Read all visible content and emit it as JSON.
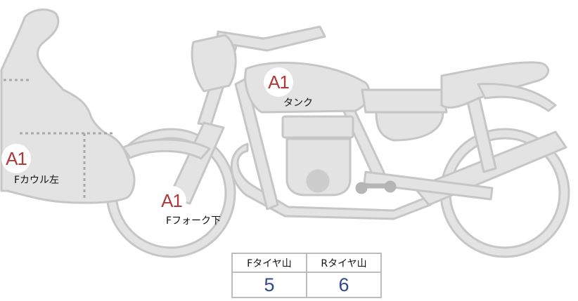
{
  "parts": [
    {
      "id": "tank",
      "grade": "A1",
      "label": "タンク"
    },
    {
      "id": "left-cowl",
      "grade": "A1",
      "label": "Fカウル左"
    },
    {
      "id": "front-fork",
      "grade": "A1",
      "label": "Fフォーク下"
    }
  ],
  "tire_tread": {
    "headers": [
      "Fタイヤ山",
      "Rタイヤ山"
    ],
    "values": [
      "5",
      "6"
    ]
  },
  "colors": {
    "body_fill": "#e3e3e3",
    "outline": "#c4c4c4",
    "grade_text": "#b03a3a",
    "value_text": "#2f4a8c",
    "dotted_line": "#a8a8a8"
  }
}
